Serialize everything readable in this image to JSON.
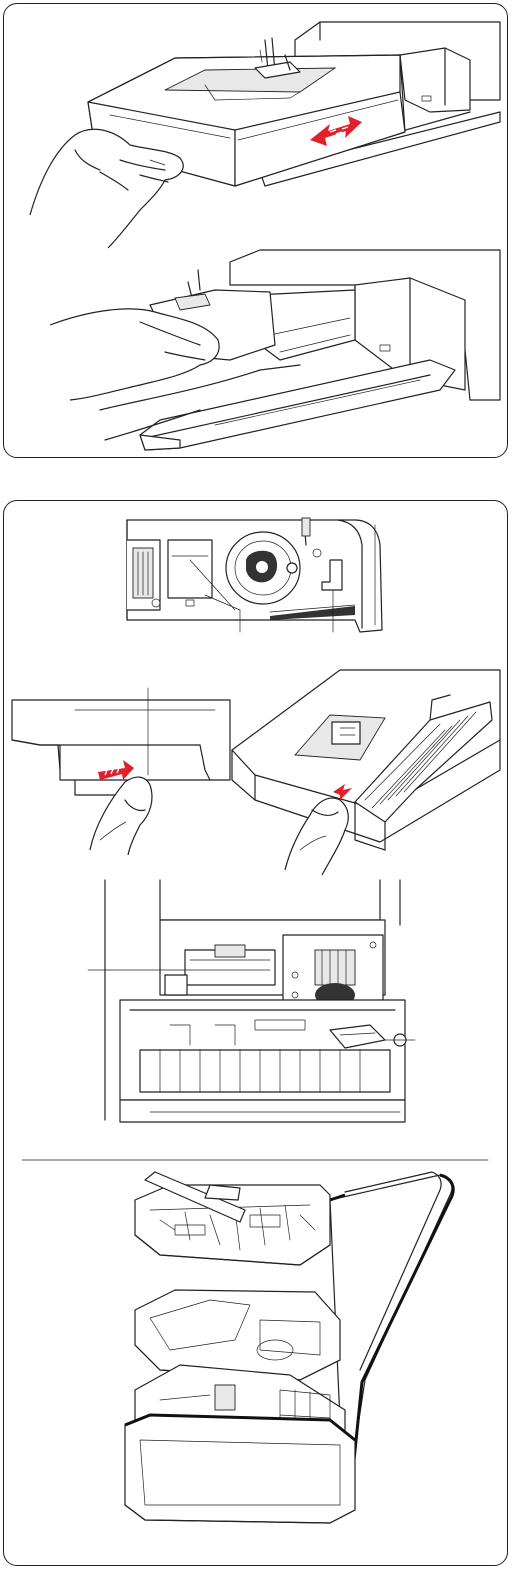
{
  "panels": [
    {
      "name": "sliding-bed-removal",
      "figures": [
        "remove-extension-table",
        "extension-table-removed"
      ]
    },
    {
      "name": "accessory-storage",
      "figures": [
        "storage-compartment-detail",
        "open-cover-left",
        "open-cover-right",
        "open-storage-box",
        "accessory-case-exploded"
      ]
    }
  ],
  "colors": {
    "line": "#222222",
    "arrow": "#e0202a",
    "fill": "#ffffff",
    "shade": "#e8e8e8"
  }
}
